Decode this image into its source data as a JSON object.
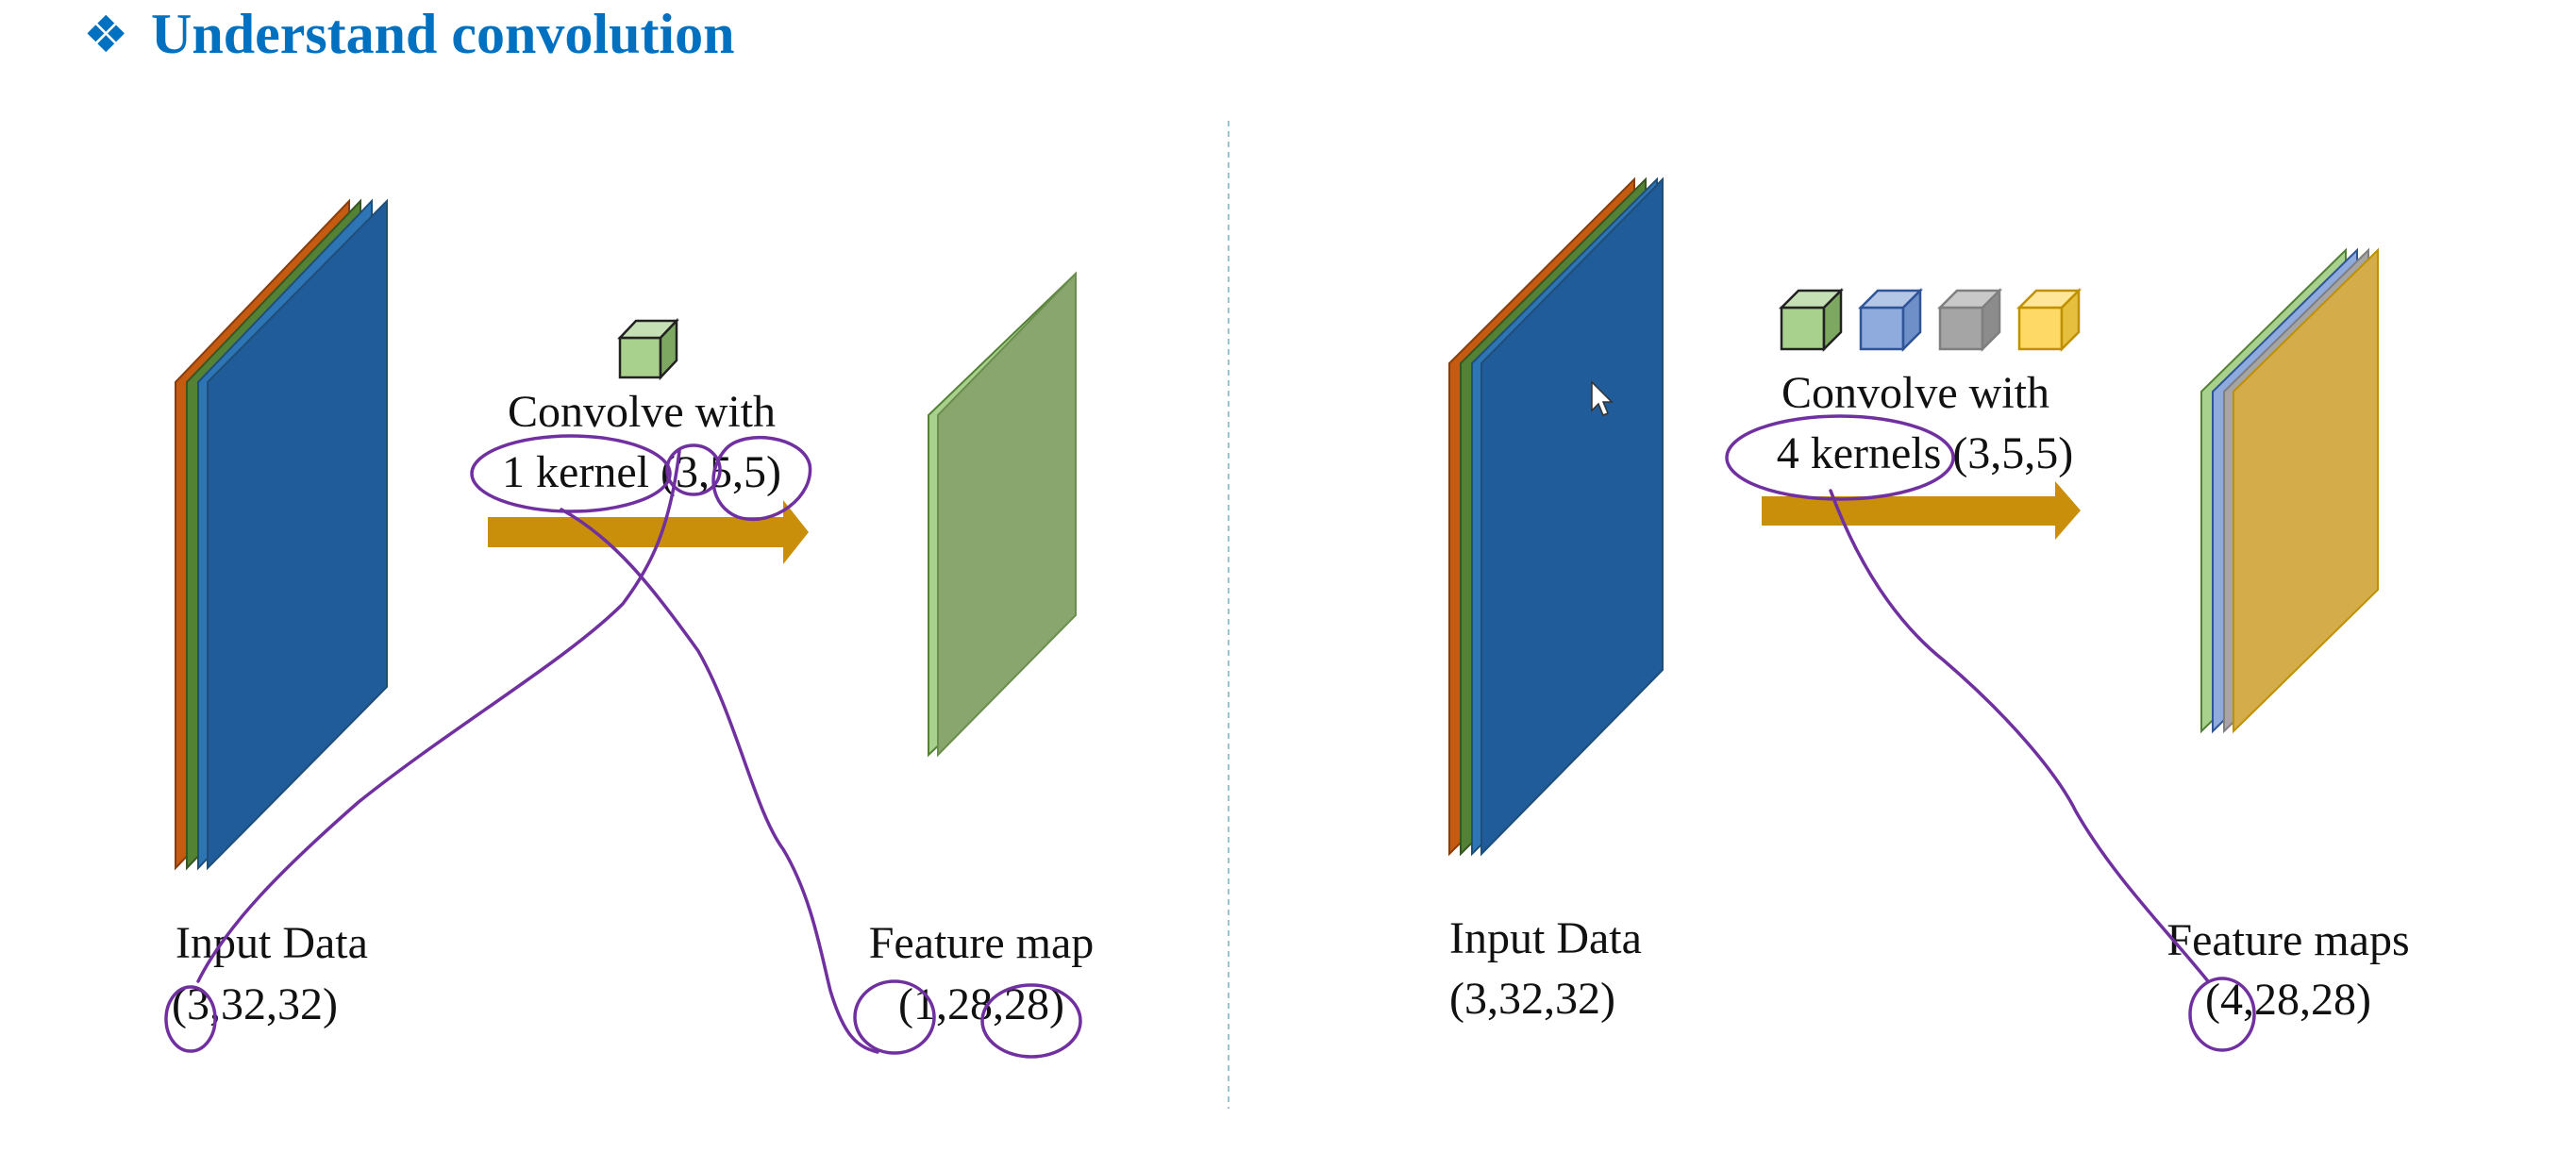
{
  "slide": {
    "bullet": "❖",
    "title": "Understand convolution"
  },
  "left_panel": {
    "input_label_line1": "Input Data",
    "input_label_line2": "(3,32,32)",
    "op_label_line1": "Convolve with",
    "op_label_line2": "1 kernel (3,5,5)",
    "output_label_line1": "Feature map",
    "output_label_line2": "(1,28,28)",
    "input_channel_colors": [
      "#c55a11",
      "#548235",
      "#2e75b6",
      "#1f5c99"
    ],
    "kernel_colors": [
      "#a9d18e"
    ],
    "output_colors": [
      "#88a66e"
    ]
  },
  "right_panel": {
    "input_label_line1": "Input Data",
    "input_label_line2": "(3,32,32)",
    "op_label_line1": "Convolve with",
    "op_label_line2": "4 kernels (3,5,5)",
    "output_label_line1": "Feature maps",
    "output_label_line2": "(4,28,28)",
    "input_channel_colors": [
      "#c55a11",
      "#548235",
      "#2e75b6",
      "#1f5c99"
    ],
    "kernel_colors": [
      "#a9d18e",
      "#8faadc",
      "#a5a5a5",
      "#ffd966"
    ],
    "output_colors": [
      "#88a66e",
      "#8faadc",
      "#a5a5a5",
      "#d4ac4a"
    ]
  },
  "colors": {
    "title": "#0070c0",
    "arrow": "#c98f0b",
    "annotation_ink": "#7030a0",
    "divider": "#9dc3d0"
  }
}
